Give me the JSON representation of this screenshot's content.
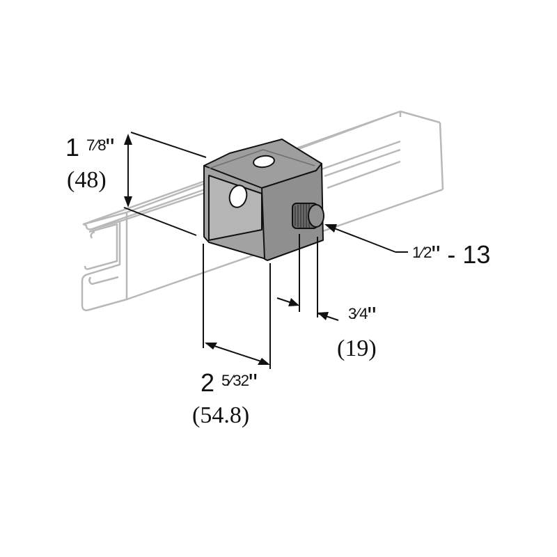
{
  "colors": {
    "channel_stroke": "#b8b8b8",
    "bracket_fill": "#a2a2a2",
    "bracket_dark": "#7d7d7d",
    "outline": "#111111",
    "dimension_line": "#111111"
  },
  "dimensions": {
    "height": {
      "whole": "1",
      "num": "7",
      "den": "8",
      "inch": "\"",
      "metric": "(48)"
    },
    "width": {
      "whole": "2",
      "num": "5",
      "den": "32",
      "inch": "\"",
      "metric": "(54.8)"
    },
    "offset": {
      "num": "3",
      "den": "4",
      "inch": "\"",
      "metric": "(19)"
    },
    "thread": {
      "num": "1",
      "den": "2",
      "suffix": "\" - 13"
    }
  }
}
